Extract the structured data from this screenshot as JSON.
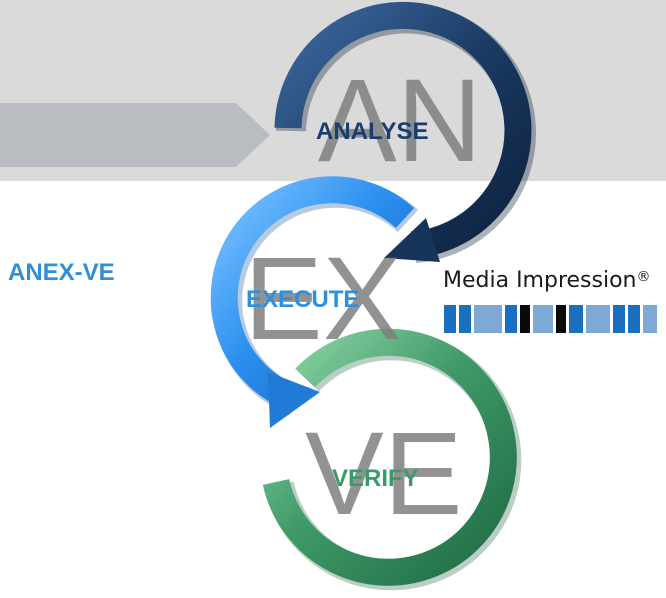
{
  "title": "ANEX-VE",
  "stages": [
    {
      "letters": "AN",
      "label": "ANALYSE",
      "color": "#1a3c6e"
    },
    {
      "letters": "EX",
      "label": "EXECUTE",
      "color": "#2d8fe0"
    },
    {
      "letters": "VE",
      "label": "VERIFY",
      "color": "#3b9a6b"
    }
  ],
  "logo": {
    "name": "Media Impression",
    "mark": "®"
  },
  "colors": {
    "band": "#dadada",
    "band_arrow": "#b9bcc1",
    "analyse_ring": "#1f3f6a",
    "execute_ring": "#2b8ff0",
    "verify_ring": "#3f9a68",
    "title": "#2e8fd4"
  }
}
